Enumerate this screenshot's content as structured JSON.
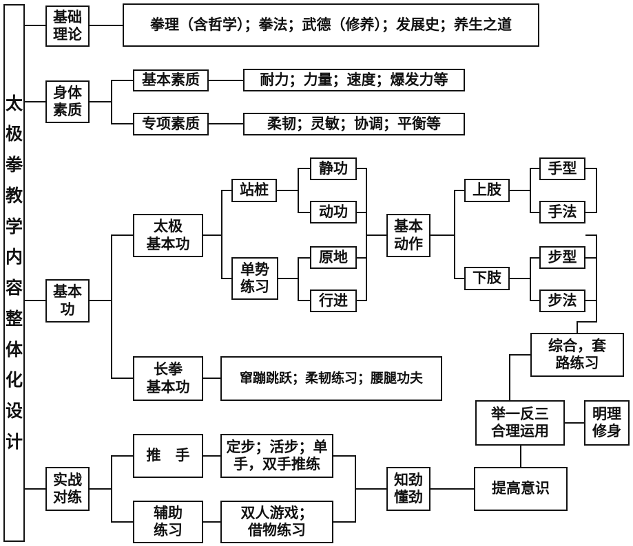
{
  "root": "太\n极\n拳\n教\n学\n内\n容\n整\n体\n化\n设\n计",
  "nodes": {
    "theory": "基础\n理论",
    "theory_detail": "拳理（含哲学）；拳法；武德（修养）；发展史；养生之道",
    "physical": "身体\n素质",
    "basic_quality": "基本素质",
    "basic_quality_detail": "耐力；力量；速度；爆发力等",
    "special_quality": "专项素质",
    "special_quality_detail": "柔韧；灵敏；协调；平衡等",
    "basic_skill": "基本\n功",
    "taiji_basic": "太极\n基本功",
    "zhanzhuang": "站桩",
    "static": "静功",
    "dynamic": "动功",
    "single": "单势\n练习",
    "in_place": "原地",
    "moving": "行进",
    "basic_action": "基本\n动作",
    "upper_limb": "上肢",
    "hand_form": "手型",
    "hand_method": "手法",
    "lower_limb": "下肢",
    "step_form": "步型",
    "step_method": "步法",
    "comprehensive": "综合，套\n路练习",
    "apply": "举一反三\n合理运用",
    "principle": "明理\n修身",
    "changquan_basic": "长拳\n基本功",
    "changquan_detail": "窜蹦跳跃；柔韧练习；腰腿功夫",
    "combat": "实战\n对练",
    "push_hands": "推　手",
    "push_detail": "定步；活步；单\n手，双手推练",
    "auxiliary": "辅助\n练习",
    "aux_detail": "双人游戏；\n借物练习",
    "understanding": "知劲\n懂劲",
    "awareness": "提高意识"
  }
}
